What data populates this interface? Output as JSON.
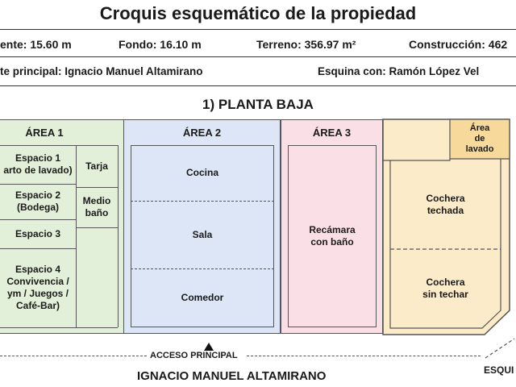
{
  "header": {
    "title": "Croquis esquemático de la propiedad",
    "frente": "ente: 15.60 m",
    "fondo": "Fondo: 16.10 m",
    "terreno": "Terreno: 356.97 m²",
    "construccion": "Construcción: 462",
    "frente_principal": "te principal: Ignacio Manuel Altamirano",
    "esquina": "Esquina con: Ramón López Vel"
  },
  "plan_title": "1) PLANTA BAJA",
  "areas": {
    "area1": {
      "label": "ÁREA 1",
      "espacio1": "Espacio 1\narto de lavado)",
      "tarja": "Tarja",
      "espacio2": "Espacio 2\n(Bodega)",
      "medio_bano": "Medio\nbaño",
      "espacio3": "Espacio 3",
      "espacio4": "Espacio 4\nConvivencia /\nym / Juegos /\nCafé-Bar)"
    },
    "area2": {
      "label": "ÁREA 2",
      "cocina": "Cocina",
      "sala": "Sala",
      "comedor": "Comedor"
    },
    "area3": {
      "label": "ÁREA 3",
      "recamara": "Recámara\ncon baño"
    },
    "area4": {
      "lavado": "Área\nde\nlavado",
      "cochera_techada": "Cochera\ntechada",
      "cochera_sin_techar": "Cochera\nsin techar"
    }
  },
  "colors": {
    "area1": "#e2f0d9",
    "area2": "#dce6f6",
    "area3": "#fbdfe6",
    "area4": "#fcebc8",
    "lavado": "#f7d99b"
  },
  "access": {
    "arrow_icon": "triangle-up",
    "label": "ACCESO PRINCIPAL"
  },
  "streets": {
    "front": "IGNACIO  MANUEL  ALTAMIRANO",
    "corner": "ESQUI"
  }
}
